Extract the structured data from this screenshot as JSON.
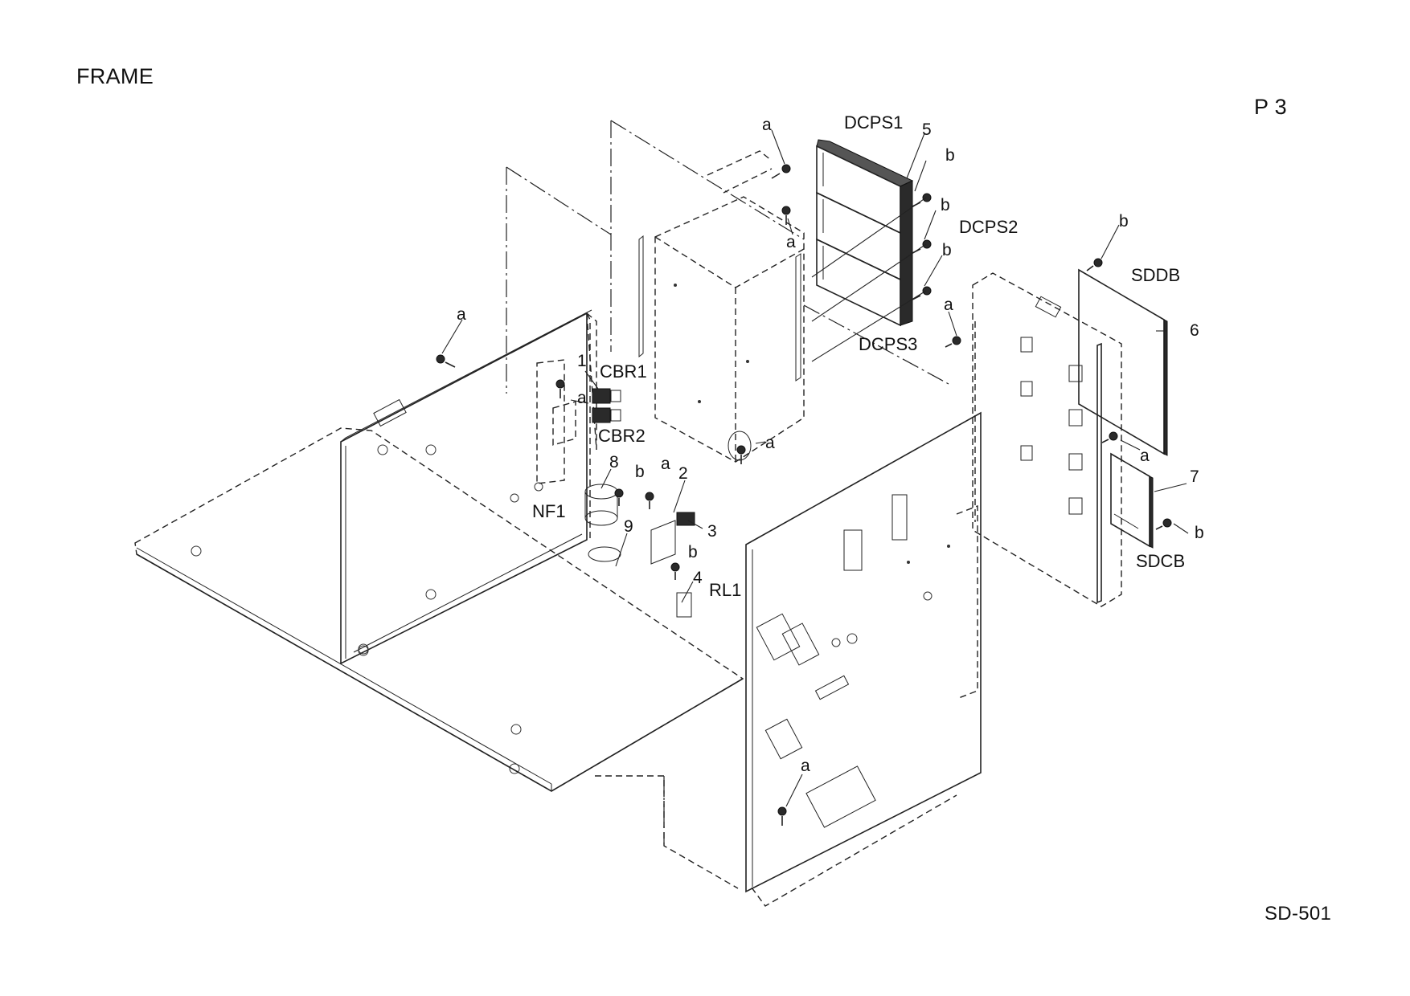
{
  "header": {
    "title": "FRAME",
    "page": "P 3"
  },
  "footer": {
    "model": "SD-501"
  },
  "labels": {
    "cbr1": "CBR1",
    "cbr2": "CBR2",
    "nf1": "NF1",
    "rl1": "RL1",
    "dcps1": "DCPS1",
    "dcps2": "DCPS2",
    "dcps3": "DCPS3",
    "sddb": "SDDB",
    "sdcb": "SDCB"
  },
  "part_numbers": {
    "p1": "1",
    "p2": "2",
    "p3": "3",
    "p4": "4",
    "p5": "5",
    "p6": "6",
    "p7": "7",
    "p8": "8",
    "p9": "9"
  },
  "screw_types": {
    "a": "a",
    "b": "b"
  }
}
